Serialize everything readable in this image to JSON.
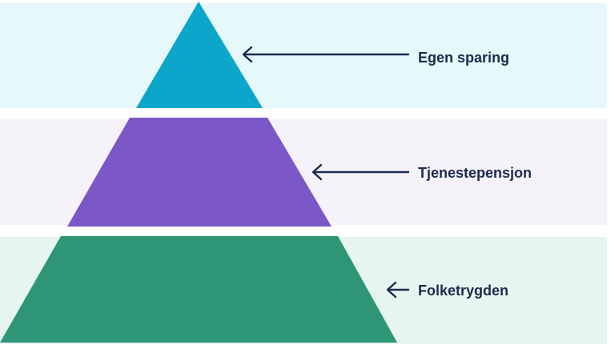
{
  "colors": {
    "band_top": "#e7f8fb",
    "band_mid": "#f5f2fa",
    "band_bot": "#e6f5ef",
    "tier_top": "#0ba6c9",
    "tier_mid": "#7b57c8",
    "tier_bot": "#2e9676",
    "arrow": "#1b2a4e"
  },
  "tiers": [
    {
      "label": "Egen sparing"
    },
    {
      "label": "Tjenestepensjon"
    },
    {
      "label": "Folketrygden"
    }
  ]
}
